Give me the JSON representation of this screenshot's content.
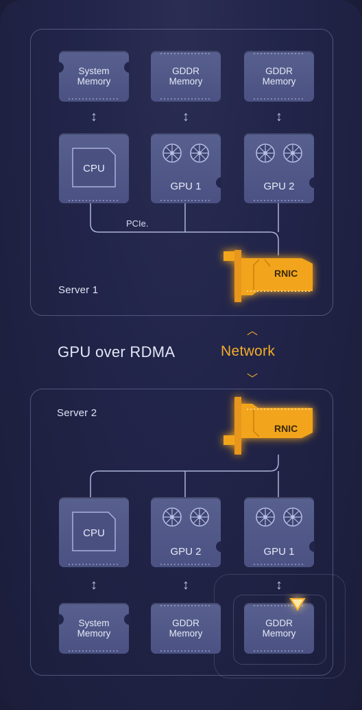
{
  "title": "GPU over RDMA",
  "network_label": "Network",
  "pcie_label": "PCIe.",
  "colors": {
    "accent": "#f4ad2a",
    "background": "#1e2040",
    "chip": "#535a8a"
  },
  "server1": {
    "label": "Server 1",
    "memories": [
      "System\nMemory",
      "GDDR\nMemory",
      "GDDR\nMemory"
    ],
    "processors": [
      "CPU",
      "GPU 1",
      "GPU 2"
    ],
    "rnic": "RNIC"
  },
  "server2": {
    "label": "Server 2",
    "memories": [
      "System\nMemory",
      "GDDR\nMemory",
      "GDDR\nMemory"
    ],
    "processors": [
      "CPU",
      "GPU 2",
      "GPU 1"
    ],
    "rnic": "RNIC"
  },
  "icons": [
    "fan-icon",
    "cpu-die-icon",
    "double-arrow-icon",
    "chevron-up-icon",
    "chevron-down-icon"
  ]
}
